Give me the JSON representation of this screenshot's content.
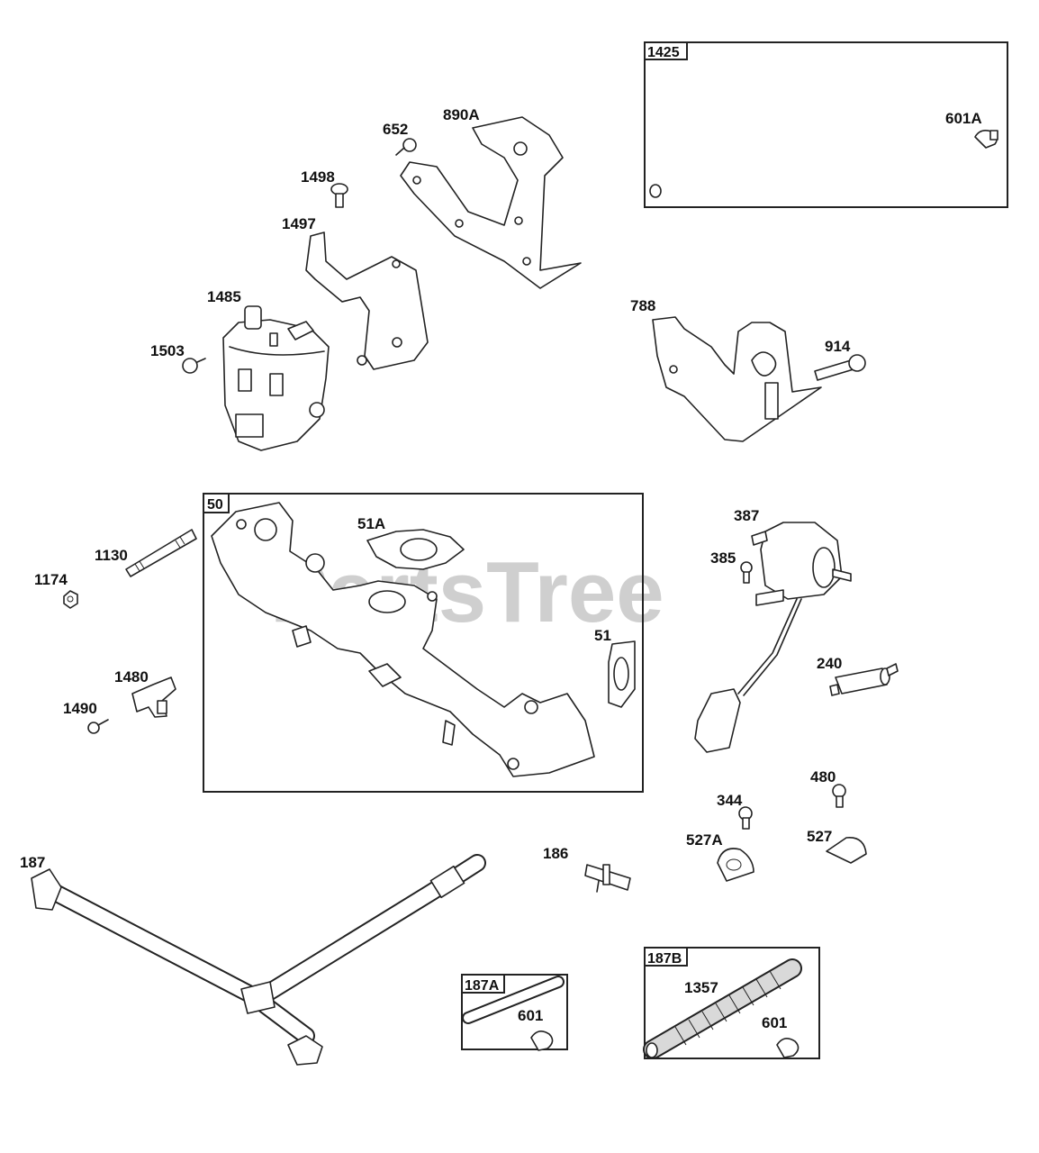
{
  "watermark": "PartsTree",
  "group_boxes": {
    "b1425": "1425",
    "b50": "50",
    "b187A": "187A",
    "b187B": "187B"
  },
  "parts": {
    "p652": "652",
    "p890A": "890A",
    "p1498": "1498",
    "p1497": "1497",
    "p1485": "1485",
    "p1503": "1503",
    "p601A": "601A",
    "p788": "788",
    "p914": "914",
    "p51A": "51A",
    "p1130": "1130",
    "p1174": "1174",
    "p51": "51",
    "p1480": "1480",
    "p1490": "1490",
    "p387": "387",
    "p385": "385",
    "p240": "240",
    "p480": "480",
    "p344": "344",
    "p527A": "527A",
    "p527": "527",
    "p186": "186",
    "p187": "187",
    "p601": "601",
    "p1357": "1357",
    "p601b": "601"
  }
}
